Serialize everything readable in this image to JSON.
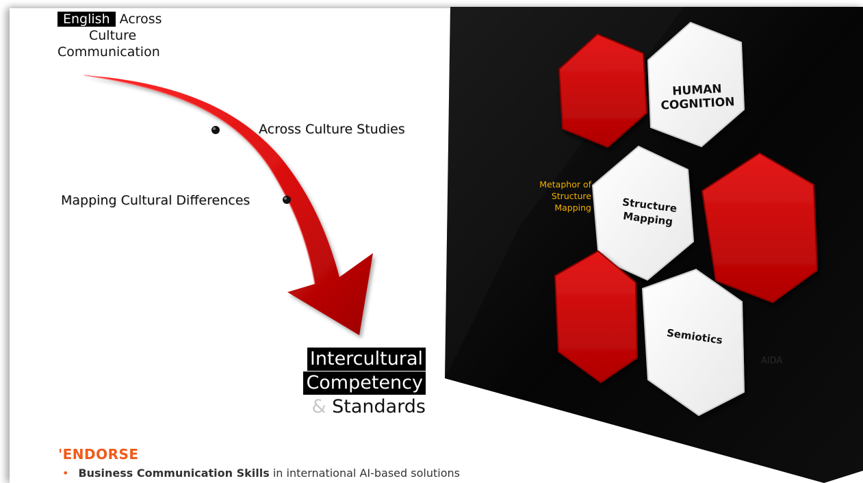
{
  "diagram": {
    "top_title": {
      "highlight": "English",
      "rest": "Across",
      "line2": "Culture",
      "line3": "Communication"
    },
    "steps": [
      "Across Culture Studies",
      "Mapping Cultural Differences"
    ],
    "result": {
      "line1": "Intercultural",
      "line2": "Competency",
      "amp": "&",
      "line3": "Standards"
    }
  },
  "hexagons": {
    "top_right": "HUMAN\nCOGNITION",
    "center_line1": "Structure",
    "center_line2": "Mapping",
    "bottom_center": "Semiotics",
    "side_note": "Metaphor of\nStructure\nMapping",
    "faint_label": "AIDA"
  },
  "endorse": {
    "heading": "'ENDORSE",
    "bullet": "•",
    "item_bold": "Business Communication Skills",
    "item_rest": " in international AI-based solutions"
  },
  "colors": {
    "arrow_red": "#e01515",
    "hex_red": "#d40a0a",
    "panel_black": "#060606",
    "accent_orange": "#f05a1a",
    "note_yellow": "#f0b100"
  }
}
